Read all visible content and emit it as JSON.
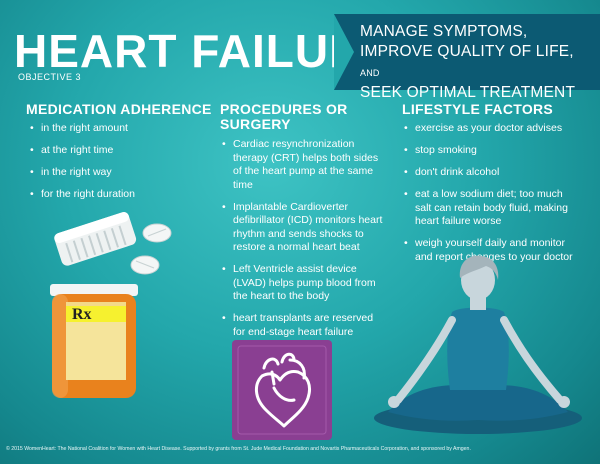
{
  "title": "HEART FAILURE",
  "objective": "OBJECTIVE 3",
  "banner": {
    "line1": "MANAGE SYMPTOMS,",
    "line2_main": "IMPROVE QUALITY OF LIFE,",
    "line2_and": "AND",
    "line3": "SEEK OPTIMAL TREATMENT"
  },
  "columns": {
    "medication": {
      "heading": "MEDICATION ADHERENCE",
      "items": [
        "in the right amount",
        "at the right time",
        "in the right way",
        "for the right duration"
      ]
    },
    "procedures": {
      "heading_line1": "PROCEDURES OR",
      "heading_line2": "SURGERY",
      "items": [
        "Cardiac resynchronization therapy (CRT) helps both sides of the heart pump at the same time",
        "Implantable Cardioverter defibrillator (ICD) monitors heart rhythm and sends shocks to restore a normal heart beat",
        "Left Ventricle assist device (LVAD) helps pump blood from the heart to the body",
        "heart transplants are reserved for end-stage heart failure"
      ]
    },
    "lifestyle": {
      "heading": "LIFESTYLE FACTORS",
      "items": [
        "exercise as your doctor advises",
        "stop smoking",
        "don't drink alcohol",
        "eat a low sodium diet; too much salt can retain body fluid, making heart failure worse",
        "weigh yourself daily and monitor and report changes to your doctor"
      ]
    }
  },
  "rx_label": "Rx",
  "footer": "© 2015 WomenHeart: The National Coalition for Women with Heart Disease. Supported by grants from St. Jude Medical Foundation and Novartis Pharmaceuticals Corporation, and sponsored by Amgen.",
  "colors": {
    "background": "#23a7ab",
    "banner": "#0c5a73",
    "bottle": "#e9821d",
    "heart_tile": "#8a3f92"
  },
  "icons": [
    "pill-bottle-icon",
    "pill-icon",
    "heart-anatomy-icon",
    "meditating-woman-icon"
  ]
}
